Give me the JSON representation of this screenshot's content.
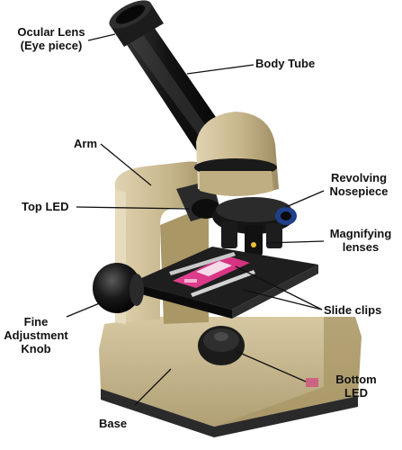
{
  "labels": {
    "ocular_lens": [
      "Ocular Lens",
      "(Eye piece)"
    ],
    "body_tube": "Body Tube",
    "arm": "Arm",
    "top_led": "Top LED",
    "revolving_nosepiece": [
      "Revolving",
      "Nosepiece"
    ],
    "magnifying_lenses": [
      "Magnifying",
      "lenses"
    ],
    "slide_clips": "Slide clips",
    "fine_adjustment_knob": [
      "Fine",
      "Adjustment",
      "Knob"
    ],
    "bottom_led": [
      "Bottom",
      "LED"
    ],
    "base": "Base"
  },
  "colors": {
    "body": "#c9b88e",
    "body_shadow": "#9c8b63",
    "body_light": "#ddd0ad",
    "black": "#161616",
    "slide_pink": "#e0418f",
    "leader": "#111111"
  }
}
